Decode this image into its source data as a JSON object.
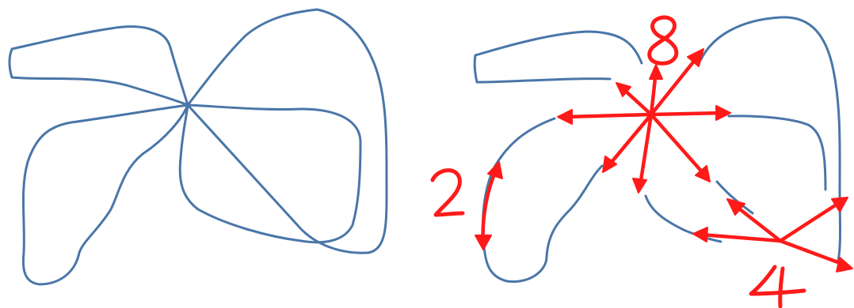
{
  "colors": {
    "curve": "#4a76a8",
    "annotation": "#ff1a1a",
    "background": "#ffffff"
  },
  "annotations": {
    "count_left_region": "2",
    "count_center_vertex": "8",
    "count_bottom_right": "4"
  }
}
